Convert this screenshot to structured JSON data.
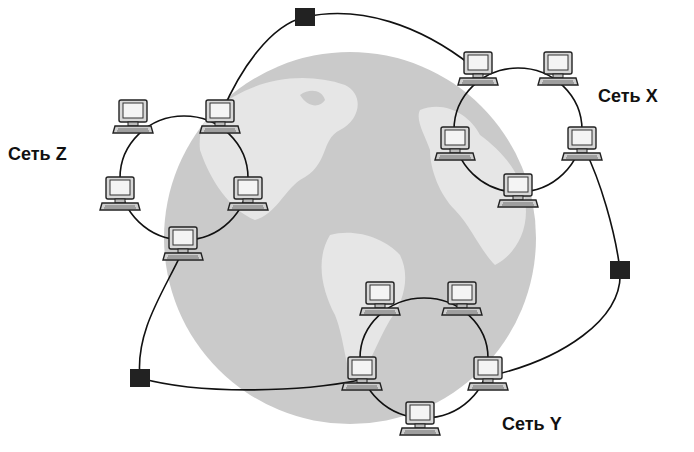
{
  "diagram": {
    "labels": [
      "Сеть X",
      "Сеть Z",
      "Сеть Y"
    ]
  }
}
